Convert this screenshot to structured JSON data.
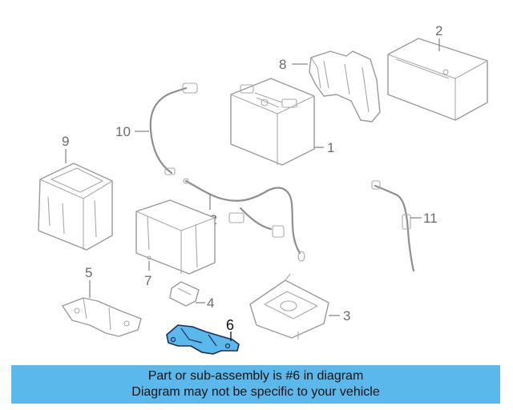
{
  "diagram": {
    "callouts": {
      "c1": "1",
      "c2": "2",
      "c3": "3",
      "c4": "4",
      "c5": "5",
      "c6": "6",
      "c7": "7",
      "c8": "8",
      "c9": "9",
      "c10": "10",
      "c11": "11",
      "c12": "12"
    },
    "highlight_color": "#5bb8ea",
    "line_color": "#9a9a9a"
  },
  "banner": {
    "line1": "Part or sub-assembly is #6 in diagram",
    "line2": "Diagram may not be specific to your vehicle",
    "background": "#5bb8ea"
  }
}
